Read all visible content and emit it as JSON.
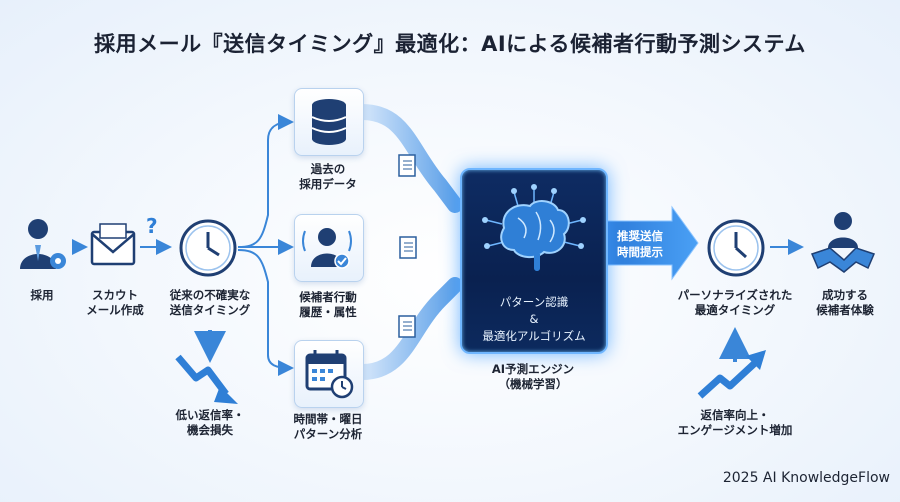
{
  "title": "採用メール『送信タイミング』最適化：AIによる候補者行動予測システム",
  "nodes": {
    "recruit": "採用",
    "scout_line1": "スカウト",
    "scout_line2": "メール作成",
    "uncertain_line1": "従来の不確実な",
    "uncertain_line2": "送信タイミング",
    "low_line1": "低い返信率・",
    "low_line2": "機会損失",
    "past_line1": "過去の",
    "past_line2": "採用データ",
    "history_line1": "候補者行動",
    "history_line2": "履歴・属性",
    "timeslot_line1": "時間帯・曜日",
    "timeslot_line2": "パターン分析",
    "engine_line1": "パターン認識",
    "engine_amp": "&",
    "engine_line2": "最適化アルゴリズム",
    "engine_caption_line1": "AI予測エンジン",
    "engine_caption_line2": "（機械学習）",
    "recommend_line1": "推奨送信",
    "recommend_line2": "時間提示",
    "personal_line1": "パーソナライズされた",
    "personal_line2": "最適タイミング",
    "success_line1": "成功する",
    "success_line2": "候補者体験",
    "improve_line1": "返信率向上・",
    "improve_line2": "エンゲージメント増加",
    "question_mark": "?"
  },
  "credit": "2025 AI KnowledgeFlow",
  "colors": {
    "accent": "#2f7fd6",
    "navy": "#1f3f73",
    "engine_bg": "#0e2c63",
    "glow": "#6fb6ff"
  }
}
